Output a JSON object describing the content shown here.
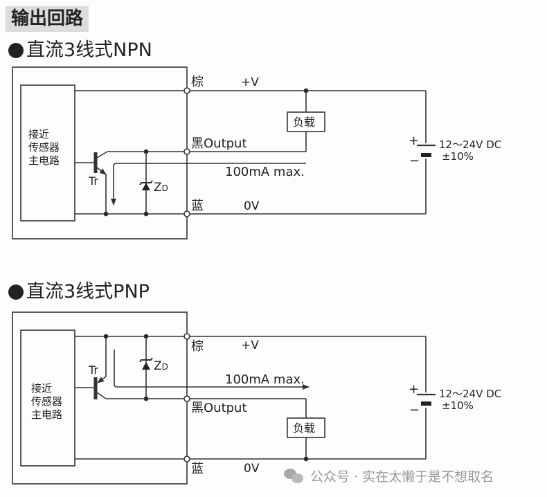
{
  "section_tag": "输出回路",
  "diagrams": [
    {
      "id": "npn",
      "title": "直流3线式NPN",
      "main_circuit_label": [
        "接近",
        "传感器",
        "主电路"
      ],
      "transistor_label": "Tr",
      "zener_label": "Z",
      "zener_subscript": "D",
      "wires": {
        "brown": {
          "color_label": "棕",
          "signal_label": "+V"
        },
        "black": {
          "color_label": "黑",
          "signal_label": "Output"
        },
        "blue": {
          "color_label": "蓝",
          "signal_label": "0V"
        }
      },
      "current_label": "100mA max.",
      "load_label": "负载",
      "supply": {
        "plus": "+",
        "minus": "−",
        "voltage": "12～24V DC",
        "tolerance": "±10%"
      }
    },
    {
      "id": "pnp",
      "title": "直流3线式PNP",
      "main_circuit_label": [
        "接近",
        "传感器",
        "主电路"
      ],
      "transistor_label": "Tr",
      "zener_label": "Z",
      "zener_subscript": "D",
      "wires": {
        "brown": {
          "color_label": "棕",
          "signal_label": "+V"
        },
        "black": {
          "color_label": "黑",
          "signal_label": "Output"
        },
        "blue": {
          "color_label": "蓝",
          "signal_label": "0V"
        }
      },
      "current_label": "100mA max.",
      "load_label": "负载",
      "supply": {
        "plus": "+",
        "minus": "−",
        "voltage": "12～24V DC",
        "tolerance": "±10%"
      }
    }
  ],
  "watermark": {
    "icon": "wechat-icon",
    "text": "公众号 · 实在太懒于是不想取名"
  }
}
